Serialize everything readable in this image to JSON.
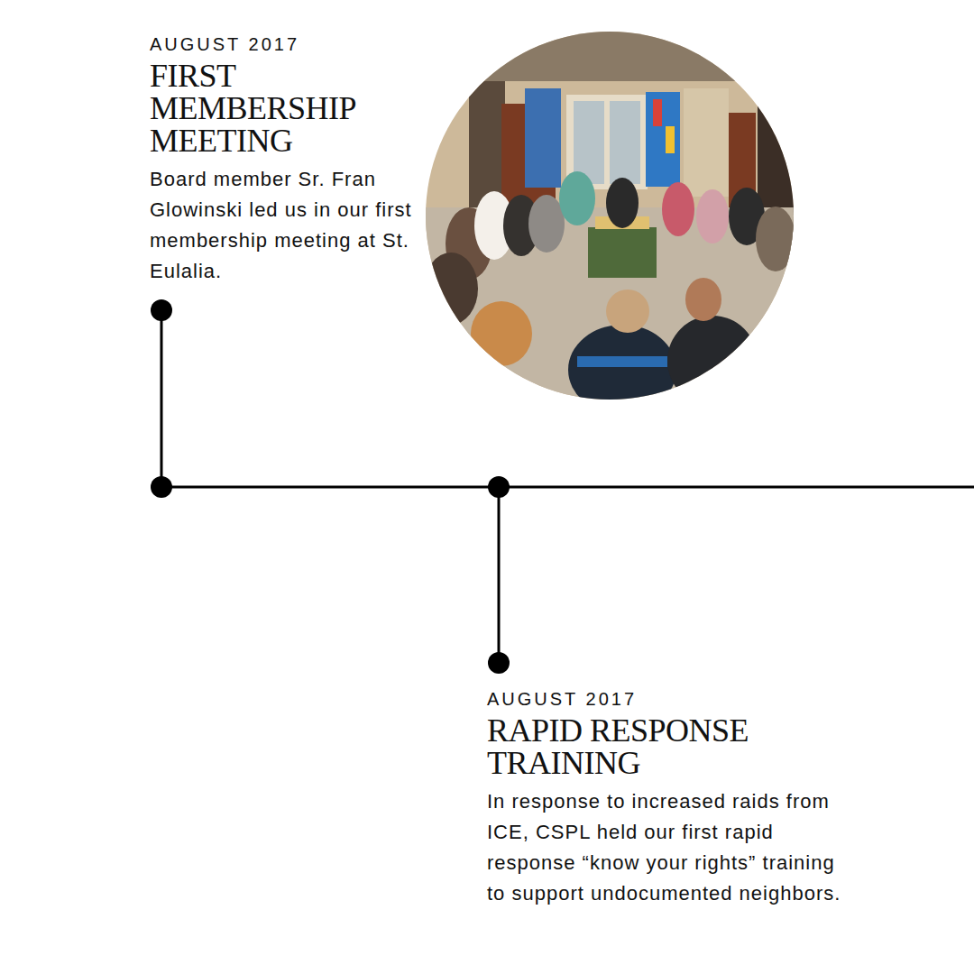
{
  "diagram": {
    "nodes": [
      {
        "text": [
          "AUGUST 2017",
          "FIRST MEMBERSHIP MEETING",
          "Board member Sr. Fran Glowinski led us in our first membership meeting at St. Eulalia."
        ]
      },
      {
        "text": [
          "AUGUST 2017",
          "RAPID RESPONSE TRAINING",
          "In response to increased raids from ICE, CSPL held our first rapid response “know your rights” training to support undocumented neighbors."
        ]
      }
    ]
  }
}
